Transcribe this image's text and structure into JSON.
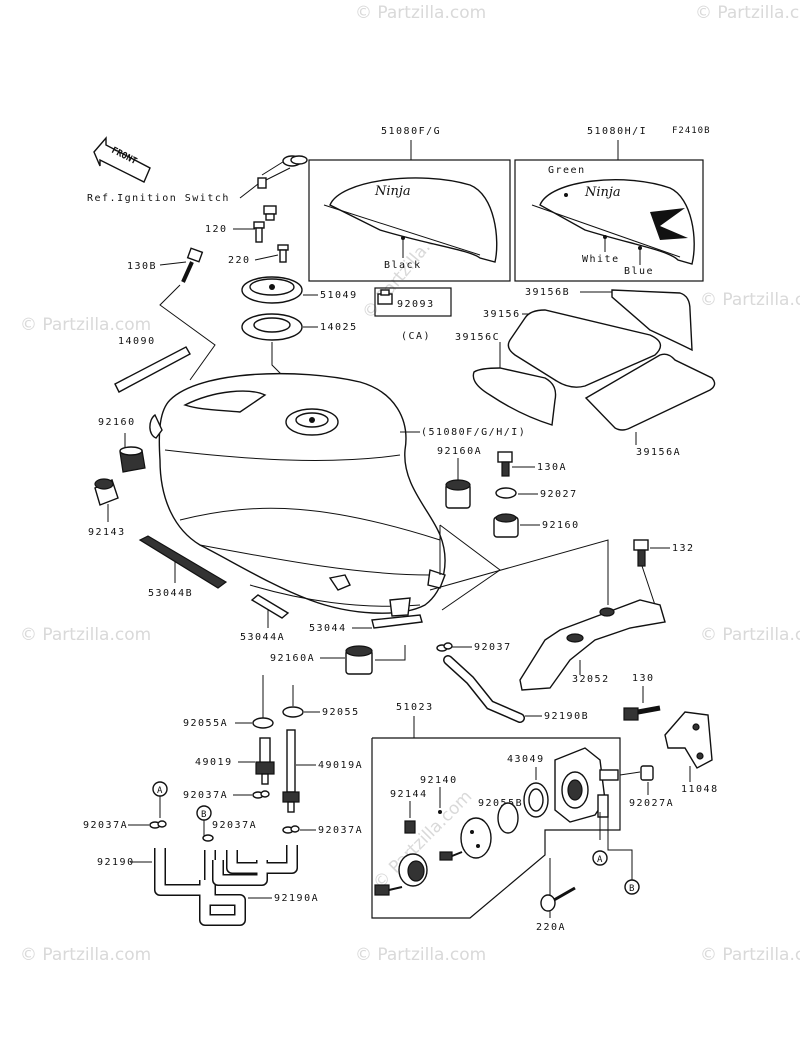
{
  "figure_code": "F2410B",
  "watermark": "© Partzilla.com",
  "front_label": "FRONT",
  "ref_ignition": "Ref.Ignition Switch",
  "callouts": {
    "A": "A",
    "B": "B"
  },
  "box_labels": {
    "decal_left": "51080F/G",
    "decal_right": "51080H/I",
    "color_black": "Black",
    "color_green": "Green",
    "color_white": "White",
    "color_blue": "Blue",
    "ca_part": "92093",
    "ca_note": "(CA)",
    "tank_ref": "(51080F/G/H/I)",
    "petcock_group": "51023"
  },
  "parts": {
    "p120": "120",
    "p220": "220",
    "p130B": "130B",
    "p51049": "51049",
    "p14025": "14025",
    "p14090": "14090",
    "p92160_l": "92160",
    "p92143": "92143",
    "p53044B": "53044B",
    "p53044A": "53044A",
    "p53044": "53044",
    "p92160A_top": "92160A",
    "p130A": "130A",
    "p92027": "92027",
    "p92160_r": "92160",
    "p132": "132",
    "p92037": "92037",
    "p92160A_low": "92160A",
    "p32052": "32052",
    "p92055A": "92055A",
    "p92055": "92055",
    "p92190B": "92190B",
    "p130": "130",
    "p49019": "49019",
    "p49019A": "49019A",
    "p92037A_1": "92037A",
    "p92037A_2": "92037A",
    "p92037A_3": "92037A",
    "p92037A_4": "92037A",
    "p92190": "92190",
    "p92190A": "92190A",
    "p39156B": "39156B",
    "p39156": "39156",
    "p39156C": "39156C",
    "p39156A": "39156A",
    "p43049": "43049",
    "p92140": "92140",
    "p92055B": "92055B",
    "p92144": "92144",
    "p11048": "11048",
    "p92027A": "92027A",
    "p220A": "220A"
  },
  "logo_text": "Ninja"
}
